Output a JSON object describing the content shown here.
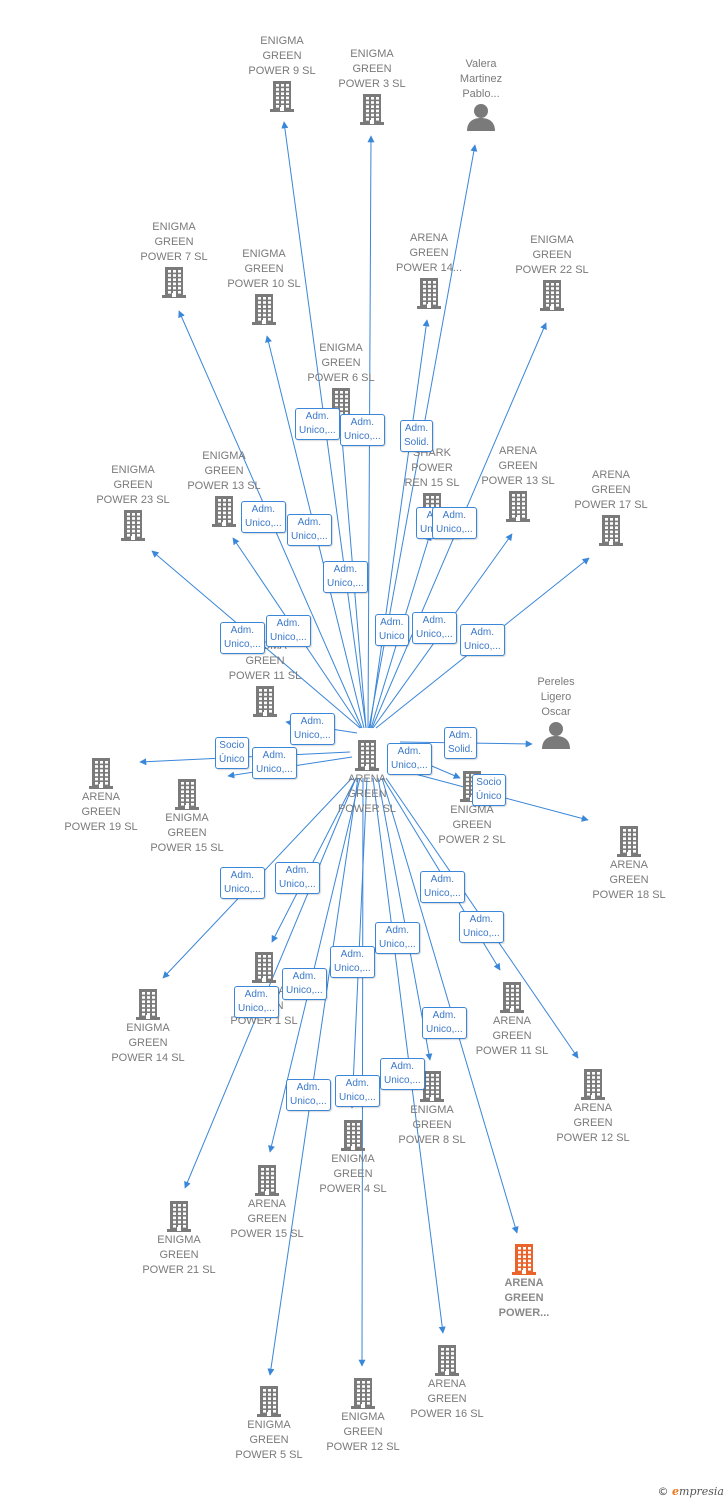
{
  "colors": {
    "edge": "#3a86d8",
    "node": "#7a7a7a",
    "focus": "#e9632b"
  },
  "center": {
    "id": "center",
    "label": "ARENA\nGREEN\nPOWER  SL",
    "icon": "building-icon"
  },
  "nodes": [
    {
      "id": "eg9",
      "label": "ENIGMA\nGREEN\nPOWER 9  SL",
      "icon": "building-icon"
    },
    {
      "id": "eg3",
      "label": "ENIGMA\nGREEN\nPOWER 3  SL",
      "icon": "building-icon"
    },
    {
      "id": "valera",
      "label": "Valera\nMartinez\nPablo...",
      "icon": "person-icon"
    },
    {
      "id": "eg7",
      "label": "ENIGMA\nGREEN\nPOWER 7  SL",
      "icon": "building-icon"
    },
    {
      "id": "eg10",
      "label": "ENIGMA\nGREEN\nPOWER 10  SL",
      "icon": "building-icon"
    },
    {
      "id": "ag14",
      "label": "ARENA\nGREEN\nPOWER 14...",
      "icon": "building-icon"
    },
    {
      "id": "eg22",
      "label": "ENIGMA\nGREEN\nPOWER 22  SL",
      "icon": "building-icon"
    },
    {
      "id": "eg6",
      "label": "ENIGMA\nGREEN\nPOWER 6  SL",
      "icon": "building-icon"
    },
    {
      "id": "shark",
      "label": "SHARK\nPOWER\nREN 15  SL",
      "icon": "building-icon"
    },
    {
      "id": "eg23",
      "label": "ENIGMA\nGREEN\nPOWER 23  SL",
      "icon": "building-icon"
    },
    {
      "id": "eg13",
      "label": "ENIGMA\nGREEN\nPOWER 13  SL",
      "icon": "building-icon"
    },
    {
      "id": "ag13",
      "label": "ARENA\nGREEN\nPOWER 13  SL",
      "icon": "building-icon"
    },
    {
      "id": "ag17",
      "label": "ARENA\nGREEN\nPOWER 17  SL",
      "icon": "building-icon"
    },
    {
      "id": "eg11",
      "label": "ENIGMA\nGREEN\nPOWER 11  SL",
      "icon": "building-icon"
    },
    {
      "id": "pereles",
      "label": "Pereles\nLigero\nOscar",
      "icon": "person-icon"
    },
    {
      "id": "ag19",
      "label": "ARENA\nGREEN\nPOWER 19  SL",
      "icon": "building-icon"
    },
    {
      "id": "eg15",
      "label": "ENIGMA\nGREEN\nPOWER 15  SL",
      "icon": "building-icon"
    },
    {
      "id": "eg2",
      "label": "ENIGMA\nGREEN\nPOWER 2  SL",
      "icon": "building-icon"
    },
    {
      "id": "ag18",
      "label": "ARENA\nGREEN\nPOWER 18  SL",
      "icon": "building-icon"
    },
    {
      "id": "eg14",
      "label": "ENIGMA\nGREEN\nPOWER 14  SL",
      "icon": "building-icon"
    },
    {
      "id": "eg1",
      "label": "ENIGMA\nGREEN\nPOWER 1  SL",
      "icon": "building-icon"
    },
    {
      "id": "ag11",
      "label": "ARENA\nGREEN\nPOWER 11  SL",
      "icon": "building-icon"
    },
    {
      "id": "ag12",
      "label": "ARENA\nGREEN\nPOWER 12  SL",
      "icon": "building-icon"
    },
    {
      "id": "eg8",
      "label": "ENIGMA\nGREEN\nPOWER 8  SL",
      "icon": "building-icon"
    },
    {
      "id": "eg4",
      "label": "ENIGMA\nGREEN\nPOWER 4  SL",
      "icon": "building-icon"
    },
    {
      "id": "ag15",
      "label": "ARENA\nGREEN\nPOWER 15  SL",
      "icon": "building-icon"
    },
    {
      "id": "eg21",
      "label": "ENIGMA\nGREEN\nPOWER 21  SL",
      "icon": "building-icon"
    },
    {
      "id": "agfocus",
      "label": "ARENA\nGREEN\nPOWER...",
      "icon": "building-icon",
      "focus": true
    },
    {
      "id": "eg5",
      "label": "ENIGMA\nGREEN\nPOWER 5  SL",
      "icon": "building-icon"
    },
    {
      "id": "eg12",
      "label": "ENIGMA\nGREEN\nPOWER 12  SL",
      "icon": "building-icon"
    },
    {
      "id": "ag16",
      "label": "ARENA\nGREEN\nPOWER 16  SL",
      "icon": "building-icon"
    }
  ],
  "edges": [
    {
      "to": "eg9",
      "label": "Adm.\nUnico,..."
    },
    {
      "to": "eg3",
      "label": "Adm.\nUnico,..."
    },
    {
      "to": "valera",
      "label": "Adm.\nSolid."
    },
    {
      "to": "eg7",
      "label": "Adm.\nUnico,..."
    },
    {
      "to": "eg10",
      "label": "Adm.\nUnico,..."
    },
    {
      "to": "ag14",
      "label": "Adm.\nUnico,..."
    },
    {
      "to": "eg22",
      "label": "Adm.\nUnico,..."
    },
    {
      "to": "eg6",
      "label": "Adm.\nUnico,..."
    },
    {
      "to": "shark",
      "label": "Adm.\nUnico"
    },
    {
      "to": "eg23",
      "label": "Adm.\nUnico,..."
    },
    {
      "to": "eg13",
      "label": "Adm.\nUnico,..."
    },
    {
      "to": "ag13",
      "label": "Adm.\nUnico,..."
    },
    {
      "to": "ag17",
      "label": "Adm.\nUnico,..."
    },
    {
      "to": "eg11",
      "label": "Adm.\nUnico,..."
    },
    {
      "to": "pereles",
      "label": "Adm.\nSolid."
    },
    {
      "to": "ag19",
      "label": "Socio\nÚnico"
    },
    {
      "to": "eg15",
      "label": "Adm.\nUnico,..."
    },
    {
      "to": "eg2",
      "label": "Adm.\nUnico,..."
    },
    {
      "to": "ag18",
      "label": "Socio\nÚnico"
    },
    {
      "to": "eg14",
      "label": "Adm.\nUnico,..."
    },
    {
      "to": "eg1",
      "label": "Adm.\nUnico,..."
    },
    {
      "to": "ag11",
      "label": "Adm.\nUnico,..."
    },
    {
      "to": "ag12",
      "label": "Adm.\nUnico,..."
    },
    {
      "to": "eg8",
      "label": "Adm.\nUnico,..."
    },
    {
      "to": "eg4",
      "label": "Adm.\nUnico,..."
    },
    {
      "to": "ag15",
      "label": "Adm.\nUnico,..."
    },
    {
      "to": "eg21",
      "label": "Adm.\nUnico,..."
    },
    {
      "to": "agfocus",
      "label": "Adm.\nUnico,..."
    },
    {
      "to": "eg5",
      "label": "Adm.\nUnico,..."
    },
    {
      "to": "eg12",
      "label": "Adm.\nUnico,..."
    },
    {
      "to": "ag16",
      "label": "Adm.\nUnico,..."
    }
  ],
  "brand": {
    "copyright": "©",
    "name": "mpresia",
    "initial": "e"
  }
}
